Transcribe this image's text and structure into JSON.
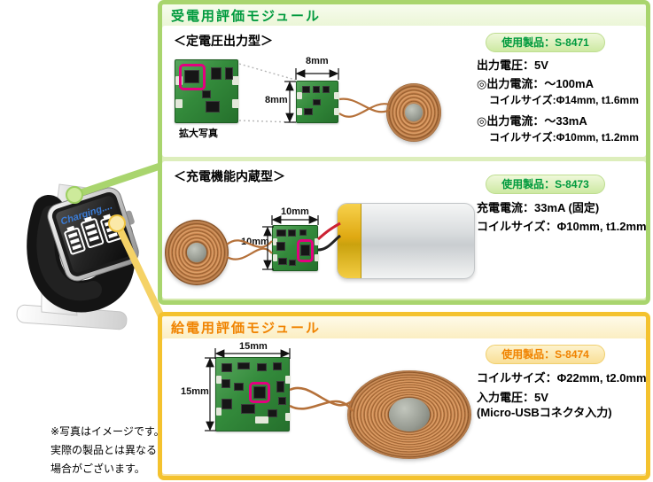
{
  "watch": {
    "screen_text": "Charging....",
    "description": "smartwatch-on-charging-stand"
  },
  "receiving": {
    "header": "受電用評価モジュール",
    "accent_color": "#009a3d",
    "border_color": "#a9d56e",
    "panel_constant_voltage": {
      "title": "＜定電圧出力型＞",
      "badge": "使用製品：S-8471",
      "magnified_label": "拡大写真",
      "dim_width": "8mm",
      "dim_height": "8mm",
      "spec_1": "出力電圧：5V",
      "spec_2": "◎出力電流：～100mA",
      "spec_3": "コイルサイズ:Φ14mm, t1.6mm",
      "spec_4": "◎出力電流：～33mA",
      "spec_5": "コイルサイズ:Φ10mm, t1.2mm"
    },
    "panel_builtin_charge": {
      "title": "＜充電機能内蔵型＞",
      "badge": "使用製品：S-8473",
      "dim_width": "10mm",
      "dim_height": "10mm",
      "spec_1": "充電電流：33mA (固定)",
      "spec_2": "コイルサイズ：Φ10mm, t1.2mm"
    }
  },
  "supplying": {
    "header": "給電用評価モジュール",
    "accent_color": "#f08300",
    "border_color": "#f4c22e",
    "panel": {
      "badge": "使用製品：S-8474",
      "dim_width": "15mm",
      "dim_height": "15mm",
      "spec_1": "コイルサイズ：Φ22mm, t2.0mm",
      "spec_2": "入力電圧：5V",
      "spec_3": "(Micro-USBコネクタ入力)"
    }
  },
  "disclaimer": {
    "line_1": "※写真はイメージです。",
    "line_2": "実際の製品とは異なる",
    "line_3": "場合がございます。"
  },
  "colors": {
    "chip_highlight_magenta": "#e4007f",
    "pcb_green": "#338a3b",
    "coil_copper": "#c9834c",
    "callout_green": "#a9d56e",
    "callout_yellow": "#f5d266"
  }
}
